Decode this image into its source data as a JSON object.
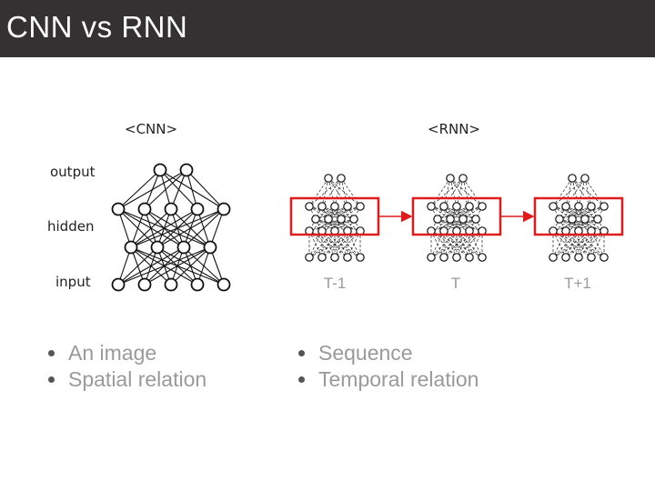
{
  "title": "CNN vs RNN",
  "cnn": {
    "heading": "<CNN>",
    "layer_labels": {
      "output": "output",
      "hidden": "hidden",
      "input": "input"
    },
    "bullets": [
      "An image",
      "Spatial relation"
    ]
  },
  "rnn": {
    "heading": "<RNN>",
    "time_labels": [
      "T-1",
      "T",
      "T+1"
    ],
    "bullets": [
      "Sequence",
      "Temporal relation"
    ]
  },
  "colors": {
    "title_bar": "#333132",
    "highlight": "#e01b1b",
    "muted_text": "#9a9a9a"
  }
}
